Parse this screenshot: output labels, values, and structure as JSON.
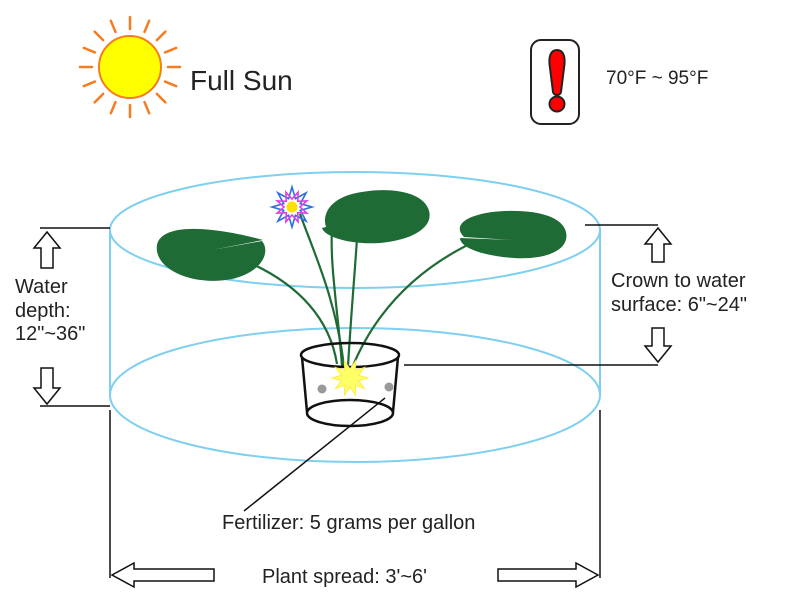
{
  "light": {
    "label": "Full Sun",
    "icon": "sun-icon",
    "colors": {
      "fill": "#ffff00",
      "rays": "#f57c1f"
    }
  },
  "temperature": {
    "label": "70°F ~ 95°F",
    "icon": "thermometer-icon",
    "color": "#ff0000"
  },
  "water_depth": {
    "label": "Water\ndepth:\n12\"~36\""
  },
  "crown_depth": {
    "label": "Crown to water\nsurface: 6\"~24\""
  },
  "fertilizer": {
    "label": "Fertilizer: 5 grams per gallon"
  },
  "spread": {
    "label": "Plant spread: 3'~6'"
  },
  "colors": {
    "water_outline": "#7fcff0",
    "lily_pad": "#1e6b35",
    "stem": "#1e6b35",
    "flower_outer": "#2b6fe0",
    "flower_inner": "#e040e0",
    "flower_center": "#ffe000",
    "crown": "#ffff66",
    "fertilizer_pellet": "#999999"
  }
}
